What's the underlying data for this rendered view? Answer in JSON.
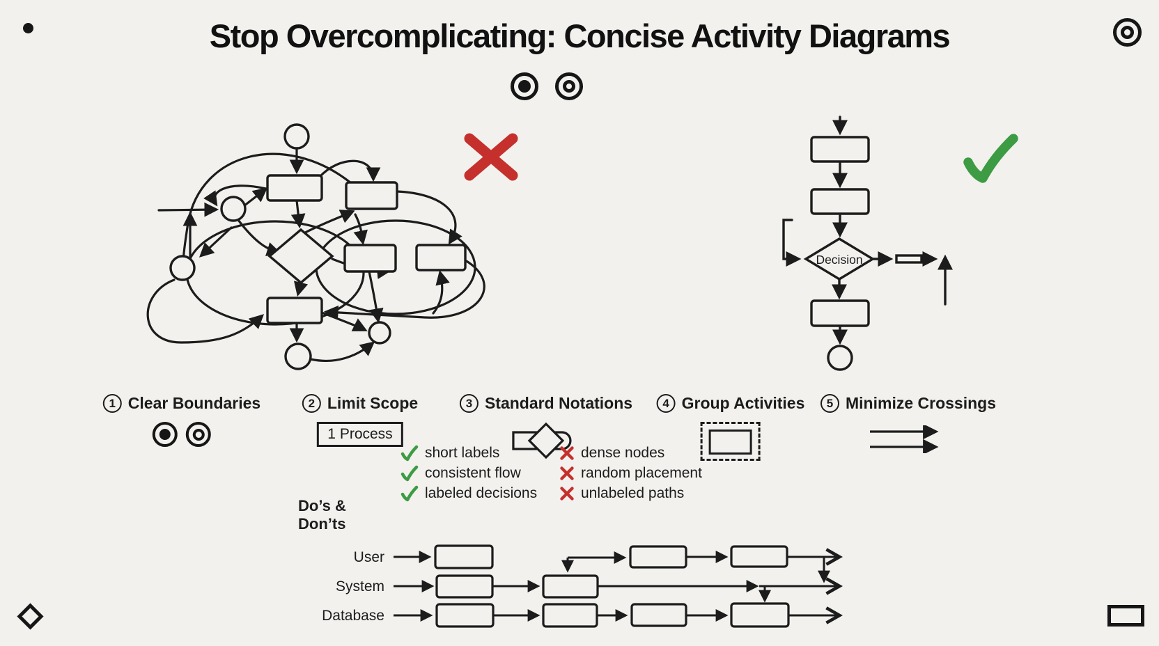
{
  "title": "Stop Overcomplicating: Concise Activity Diagrams",
  "colors": {
    "background": "#f2f1ee",
    "ink": "#1c1c1c",
    "bad": "#c5302c",
    "good": "#3d9b43"
  },
  "bad_example": {
    "verdict": "x-mark"
  },
  "good_example": {
    "decision_label": "Decision",
    "verdict": "check-mark"
  },
  "principles": [
    {
      "number": "1",
      "label": "Clear Boundaries"
    },
    {
      "number": "2",
      "label": "Limit Scope",
      "icon_text": "1 Process"
    },
    {
      "number": "3",
      "label": "Standard Notations"
    },
    {
      "number": "4",
      "label": "Group Activities"
    },
    {
      "number": "5",
      "label": "Minimize Crossings"
    }
  ],
  "dos_donts": {
    "label": "Do’s & Don’ts",
    "dos": [
      "short labels",
      "consistent flow",
      "labeled decisions"
    ],
    "donts": [
      "dense nodes",
      "random placement",
      "unlabeled paths"
    ]
  },
  "swimlanes": {
    "lanes": [
      "User",
      "System",
      "Database"
    ]
  }
}
